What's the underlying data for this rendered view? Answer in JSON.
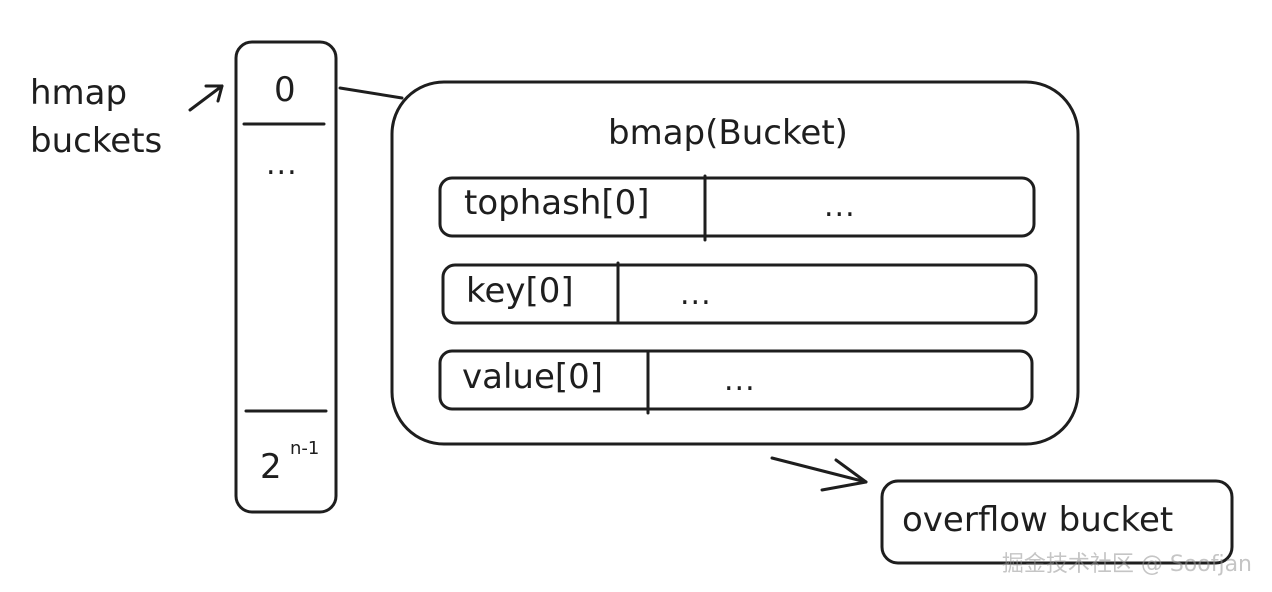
{
  "hmap_label": {
    "line1": "hmap",
    "line2": "buckets"
  },
  "buckets_array": {
    "first_index": "0",
    "ellipsis": "...",
    "last_index_base": "2",
    "last_index_exponent": "n-1"
  },
  "bucket": {
    "title": "bmap(Bucket)",
    "rows": [
      {
        "label": "tophash[0]",
        "ellipsis": "..."
      },
      {
        "label": "key[0]",
        "ellipsis": "..."
      },
      {
        "label": "value[0]",
        "ellipsis": "..."
      }
    ]
  },
  "overflow": {
    "label": "overflow bucket"
  },
  "watermark": "掘金技术社区 @ Soofjan"
}
